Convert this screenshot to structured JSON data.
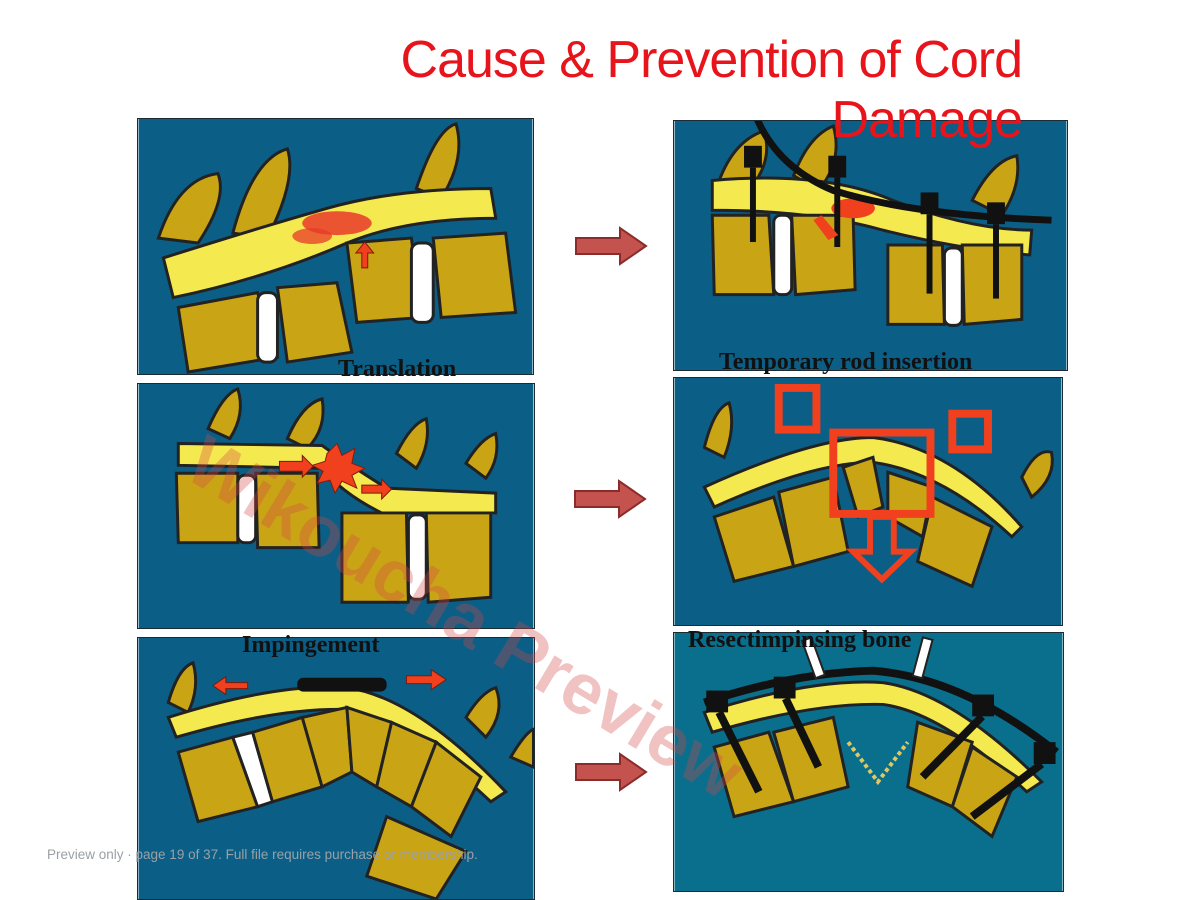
{
  "title": "Cause & Prevention of Cord Damage",
  "captions": {
    "translation": "Translation",
    "temporary_rod": "Temporary rod insertion",
    "impingement": "Impingement",
    "resect": "Resectimpinsing bone"
  },
  "watermark": "Wikoucha Preview",
  "preview_note": "Preview only · page 19 of 37. Full file requires purchase or membership.",
  "colors": {
    "title": "#e8141b",
    "panel_background": "#0b5f86",
    "bone": "#c9a515",
    "cord": "#f4ea50",
    "arrow": "#c4524f",
    "marker": "#f0401e"
  }
}
